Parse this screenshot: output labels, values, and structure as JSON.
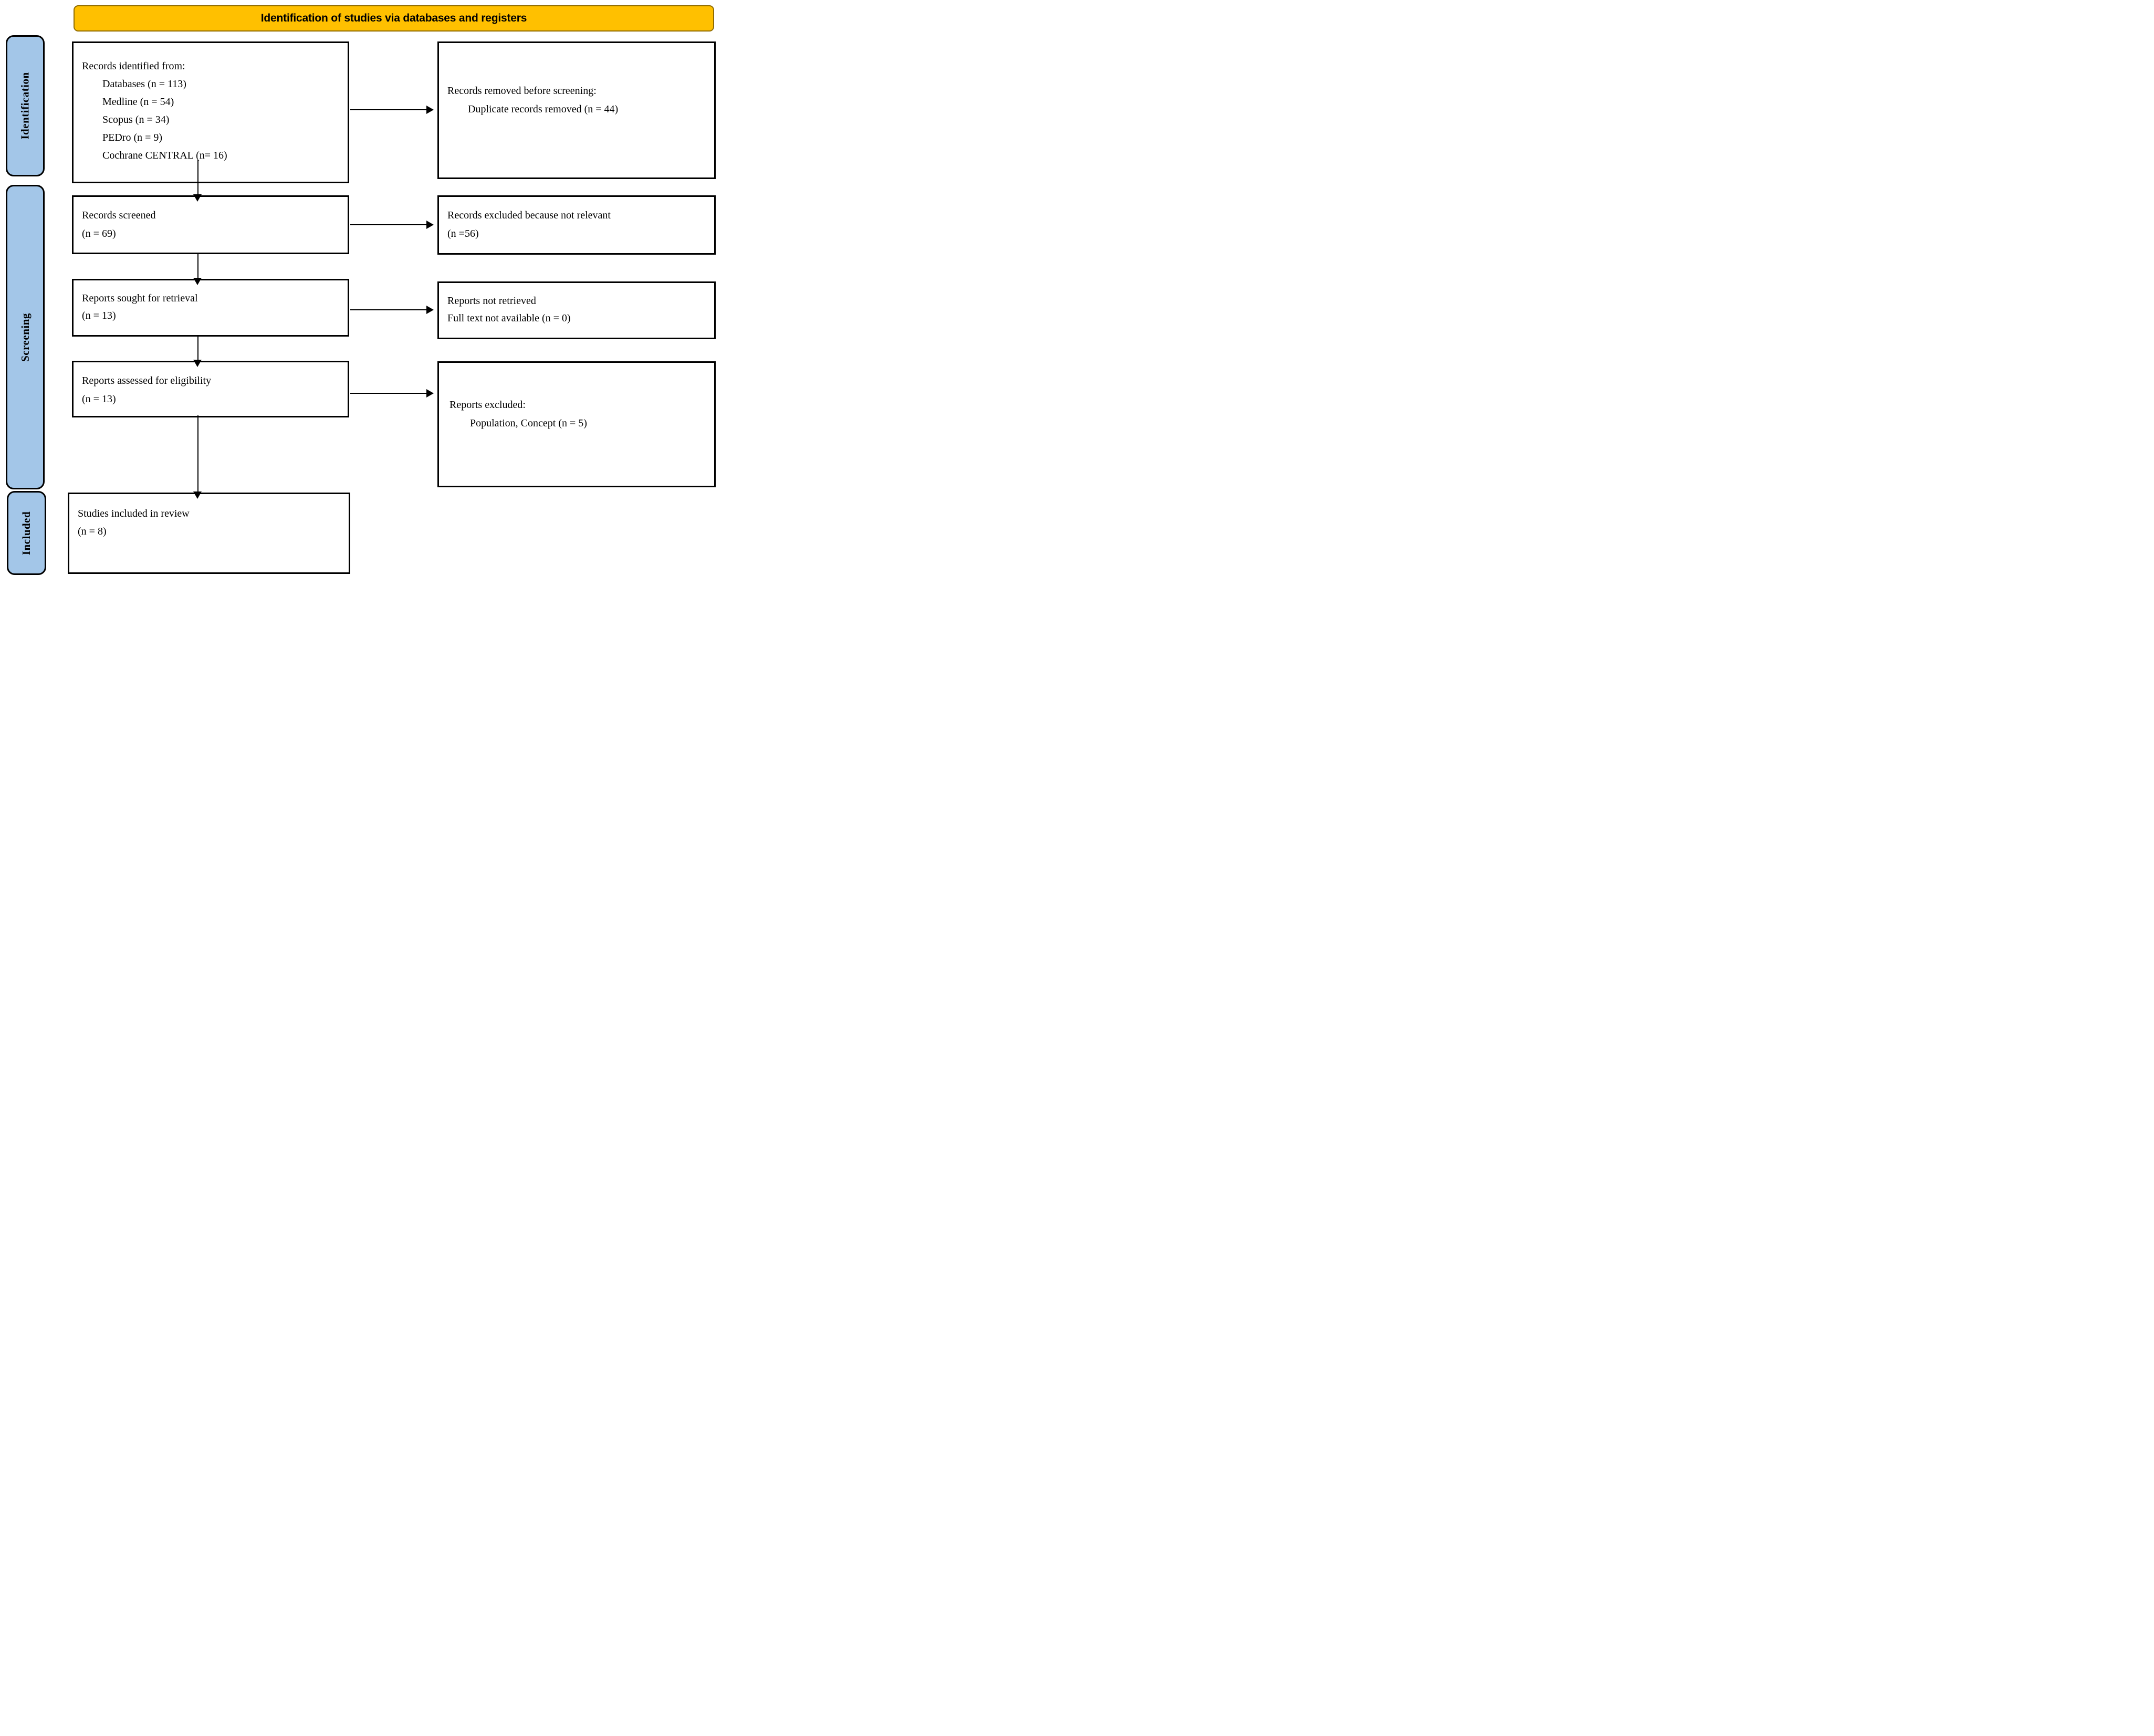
{
  "colors": {
    "banner_fill": "#FFC000",
    "banner_border": "#8F6B00",
    "stage_fill": "#A3C6E8",
    "stage_border": "#000000",
    "box_border": "#000000",
    "arrow_color": "#000000",
    "text_color": "#000000"
  },
  "banner": {
    "title": "Identification of studies via databases and registers"
  },
  "stages": {
    "identification": "Identification",
    "screening": "Screening",
    "included": "Included"
  },
  "flow": {
    "records_identified": {
      "lines": [
        "Records identified from:",
        "Databases (n = 113)",
        "Medline (n = 54)",
        "Scopus (n = 34)",
        "PEDro (n = 9)",
        "Cochrane CENTRAL (n= 16)"
      ]
    },
    "records_removed": {
      "lines": [
        "Records removed before screening:",
        "Duplicate records removed (n = 44)"
      ]
    },
    "records_screened": {
      "lines": [
        "Records screened",
        "(n = 69)"
      ]
    },
    "records_excluded": {
      "lines": [
        "Records excluded because not relevant",
        "(n =56)"
      ]
    },
    "reports_sought": {
      "lines": [
        "Reports sought for retrieval",
        "(n = 13)"
      ]
    },
    "reports_not_retrieved": {
      "lines": [
        "Reports not retrieved",
        "Full text not available (n = 0)"
      ]
    },
    "reports_assessed": {
      "lines": [
        "Reports assessed for eligibility",
        "(n = 13)"
      ]
    },
    "reports_excluded": {
      "lines": [
        "Reports excluded:",
        "Population, Concept (n = 5)"
      ]
    },
    "studies_included": {
      "lines": [
        "Studies included in review",
        "(n = 8)"
      ]
    }
  }
}
